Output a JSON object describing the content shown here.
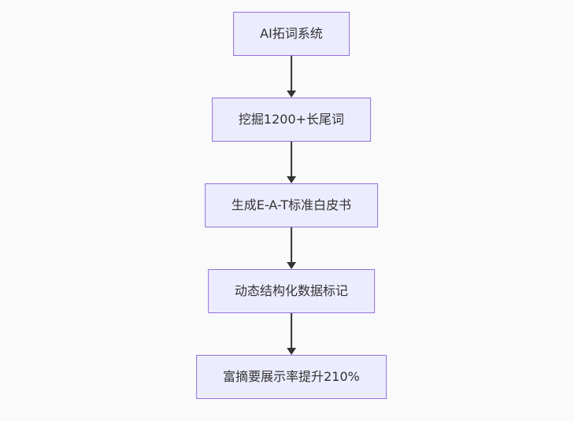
{
  "flowchart": {
    "type": "flowchart-top-down",
    "nodes": [
      {
        "id": "n1",
        "label": "AI拓词系统"
      },
      {
        "id": "n2",
        "label": "挖掘1200+长尾词"
      },
      {
        "id": "n3",
        "label": "生成E-A-T标准白皮书"
      },
      {
        "id": "n4",
        "label": "动态结构化数据标记"
      },
      {
        "id": "n5",
        "label": "富摘要展示率提升210%"
      }
    ],
    "edges": [
      {
        "from": "n1",
        "to": "n2",
        "arrow": "down"
      },
      {
        "from": "n2",
        "to": "n3",
        "arrow": "down"
      },
      {
        "from": "n3",
        "to": "n4",
        "arrow": "down"
      },
      {
        "from": "n4",
        "to": "n5",
        "arrow": "down"
      }
    ],
    "colors": {
      "background": "#fafafa",
      "node_fill": "#ececff",
      "node_border": "#9370db",
      "node_text": "#333333",
      "arrow": "#333333"
    }
  }
}
